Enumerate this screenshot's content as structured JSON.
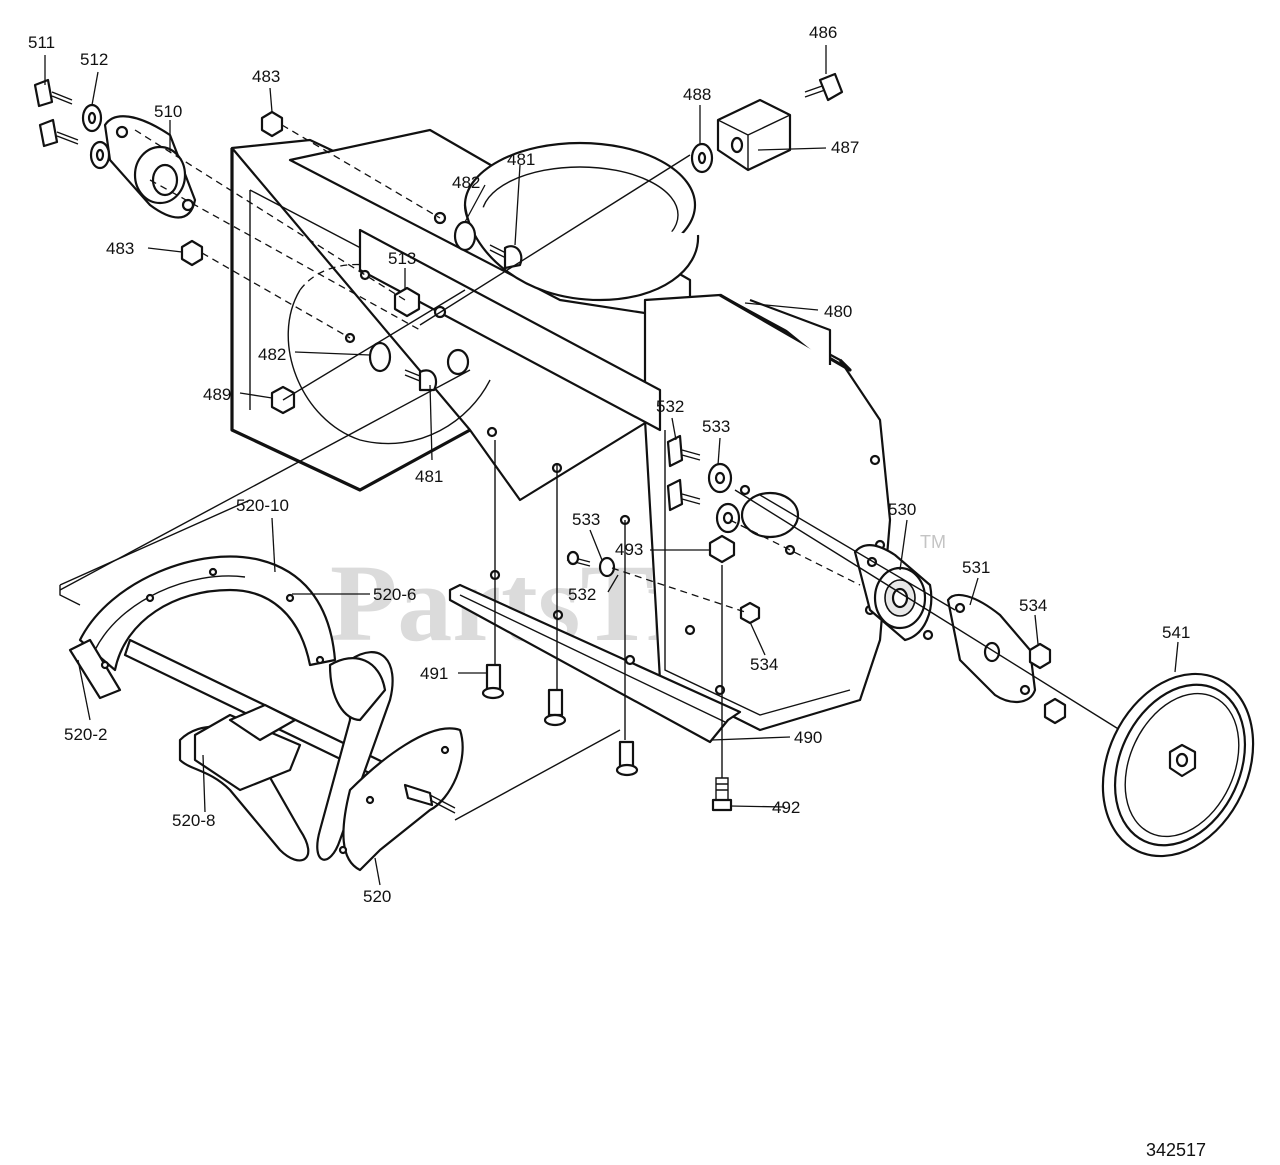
{
  "drawing_number": "342517",
  "watermark": {
    "text": "PartsTree",
    "tm": "TM"
  },
  "parts": {
    "p480": "480",
    "p481a": "481",
    "p481b": "481",
    "p482a": "482",
    "p482b": "482",
    "p483a": "483",
    "p483b": "483",
    "p486": "486",
    "p487": "487",
    "p488": "488",
    "p489": "489",
    "p490": "490",
    "p491": "491",
    "p492": "492",
    "p493": "493",
    "p510": "510",
    "p511": "511",
    "p512": "512",
    "p513": "513",
    "p520": "520",
    "p520_2": "520-2",
    "p520_6": "520-6",
    "p520_8": "520-8",
    "p520_10": "520-10",
    "p530": "530",
    "p531": "531",
    "p532a": "532",
    "p532b": "532",
    "p533a": "533",
    "p533b": "533",
    "p534a": "534",
    "p534b": "534",
    "p541": "541"
  }
}
